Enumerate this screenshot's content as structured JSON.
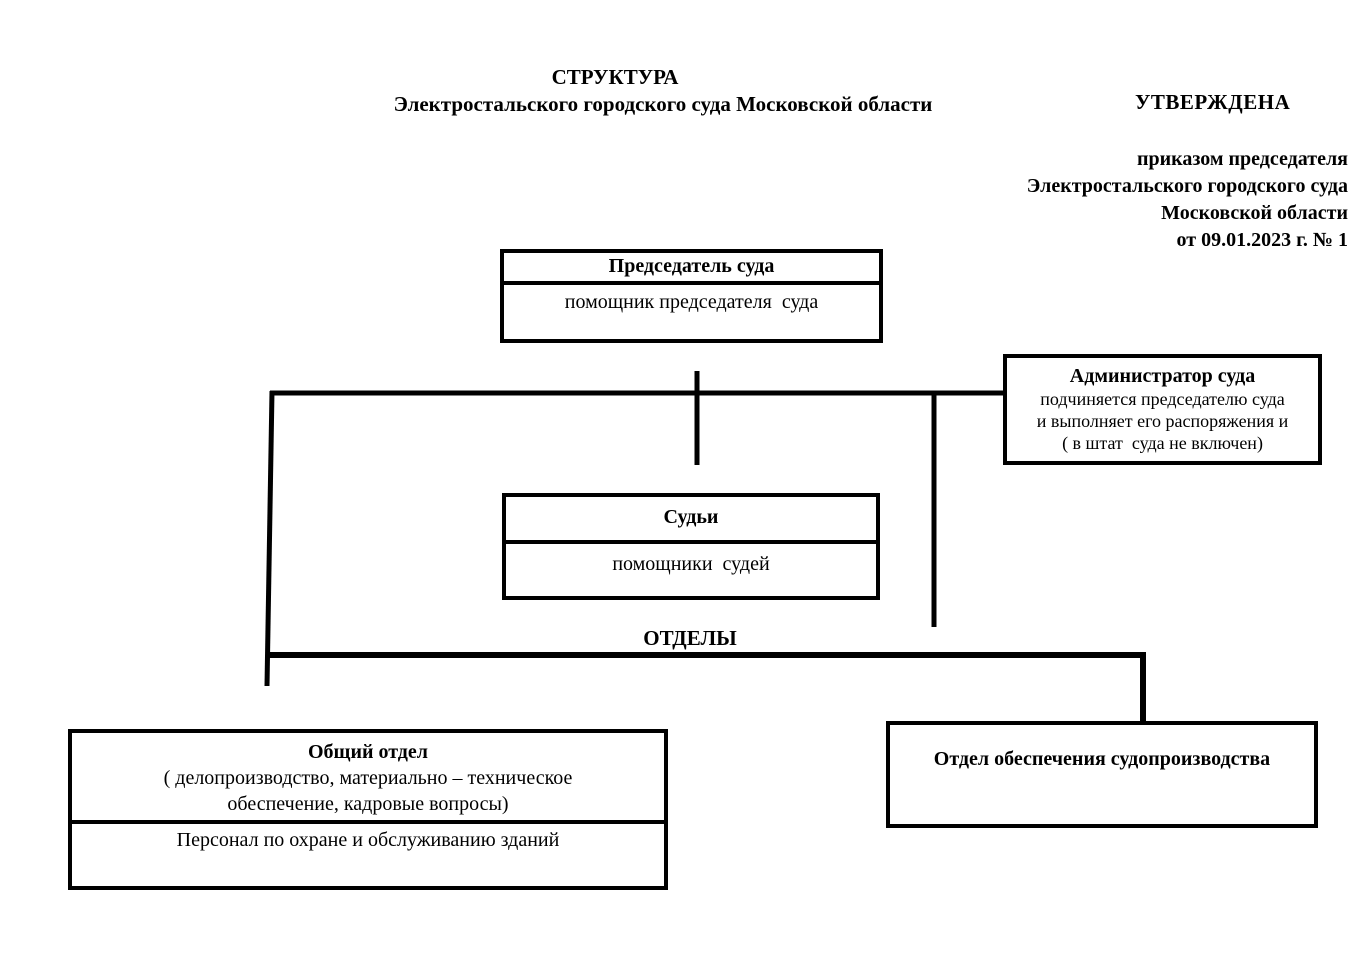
{
  "header": {
    "title_line1": "СТРУКТУРА",
    "title_line2": "Электростальского городского суда Московской области",
    "approved_label": "УТВЕРЖДЕНА",
    "approval_lines": [
      "приказом председателя",
      "Электростальского городского суда",
      "Московской области",
      "от 09.01.2023 г. № 1"
    ]
  },
  "nodes": {
    "chairman": {
      "title": "Председатель суда",
      "assistant": "помощник председателя  суда"
    },
    "administrator": {
      "title": "Администратор суда",
      "note_lines": [
        "подчиняется председателю суда",
        "и выполняет его распоряжения и",
        "( в штат  суда не включен)"
      ]
    },
    "judges": {
      "title": "Судьи",
      "assistants": "помощники  судей"
    },
    "departments_label": "ОТДЕЛЫ",
    "general_department": {
      "title": "Общий отдел",
      "description_lines": [
        "( делопроизводство, материально – техническое",
        "обеспечение, кадровые вопросы)"
      ],
      "staff": "Персонал по охране и обслуживанию зданий"
    },
    "proceedings_department": {
      "title": "Отдел обеспечения судопроизводства"
    }
  },
  "colors": {
    "background": "#ffffff",
    "text": "#000000",
    "line": "#000000"
  }
}
